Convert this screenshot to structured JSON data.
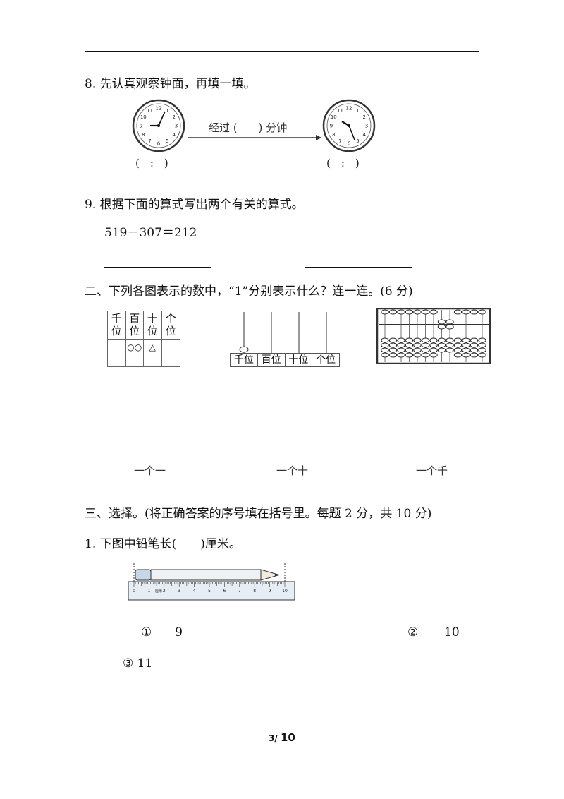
{
  "q8": {
    "text": "8. 先认真观察钟面，再填一填。",
    "arrow_label": "经过 (　　) 分钟",
    "left_paren": "(　:　)",
    "right_paren": "(　:　)",
    "clock_numbers": [
      "12",
      "1",
      "2",
      "3",
      "4",
      "5",
      "6",
      "7",
      "8",
      "9",
      "10",
      "11"
    ]
  },
  "q9": {
    "text": "9. 根据下面的算式写出两个有关的算式。",
    "equation": "519－307＝212"
  },
  "section2": {
    "title": "二、下列各图表示的数中，“1”分别表示什么？连一连。(6 分)",
    "table_headers": [
      "千位",
      "百位",
      "十位",
      "个位"
    ],
    "table_symbols": [
      "",
      "○○",
      "△",
      ""
    ],
    "abacus_labels": [
      "千位",
      "百位",
      "十位",
      "个位"
    ],
    "options": [
      "一个一",
      "一个十",
      "一个千"
    ]
  },
  "section3": {
    "title": "三、选择。(将正确答案的序号填在括号里。每题 2 分，共 10 分)",
    "q1": "1. 下图中铅笔长(　　)厘米。",
    "ruler_unit": "厘米",
    "ruler_ticks": [
      "0",
      "1",
      "2",
      "3",
      "4",
      "5",
      "6",
      "7",
      "8",
      "9",
      "10"
    ],
    "choices": [
      {
        "mark": "①",
        "value": "9"
      },
      {
        "mark": "②",
        "value": "10"
      },
      {
        "mark": "③",
        "value": "11"
      }
    ]
  },
  "footer": {
    "page": "3",
    "total": "10",
    "sep": "/"
  }
}
